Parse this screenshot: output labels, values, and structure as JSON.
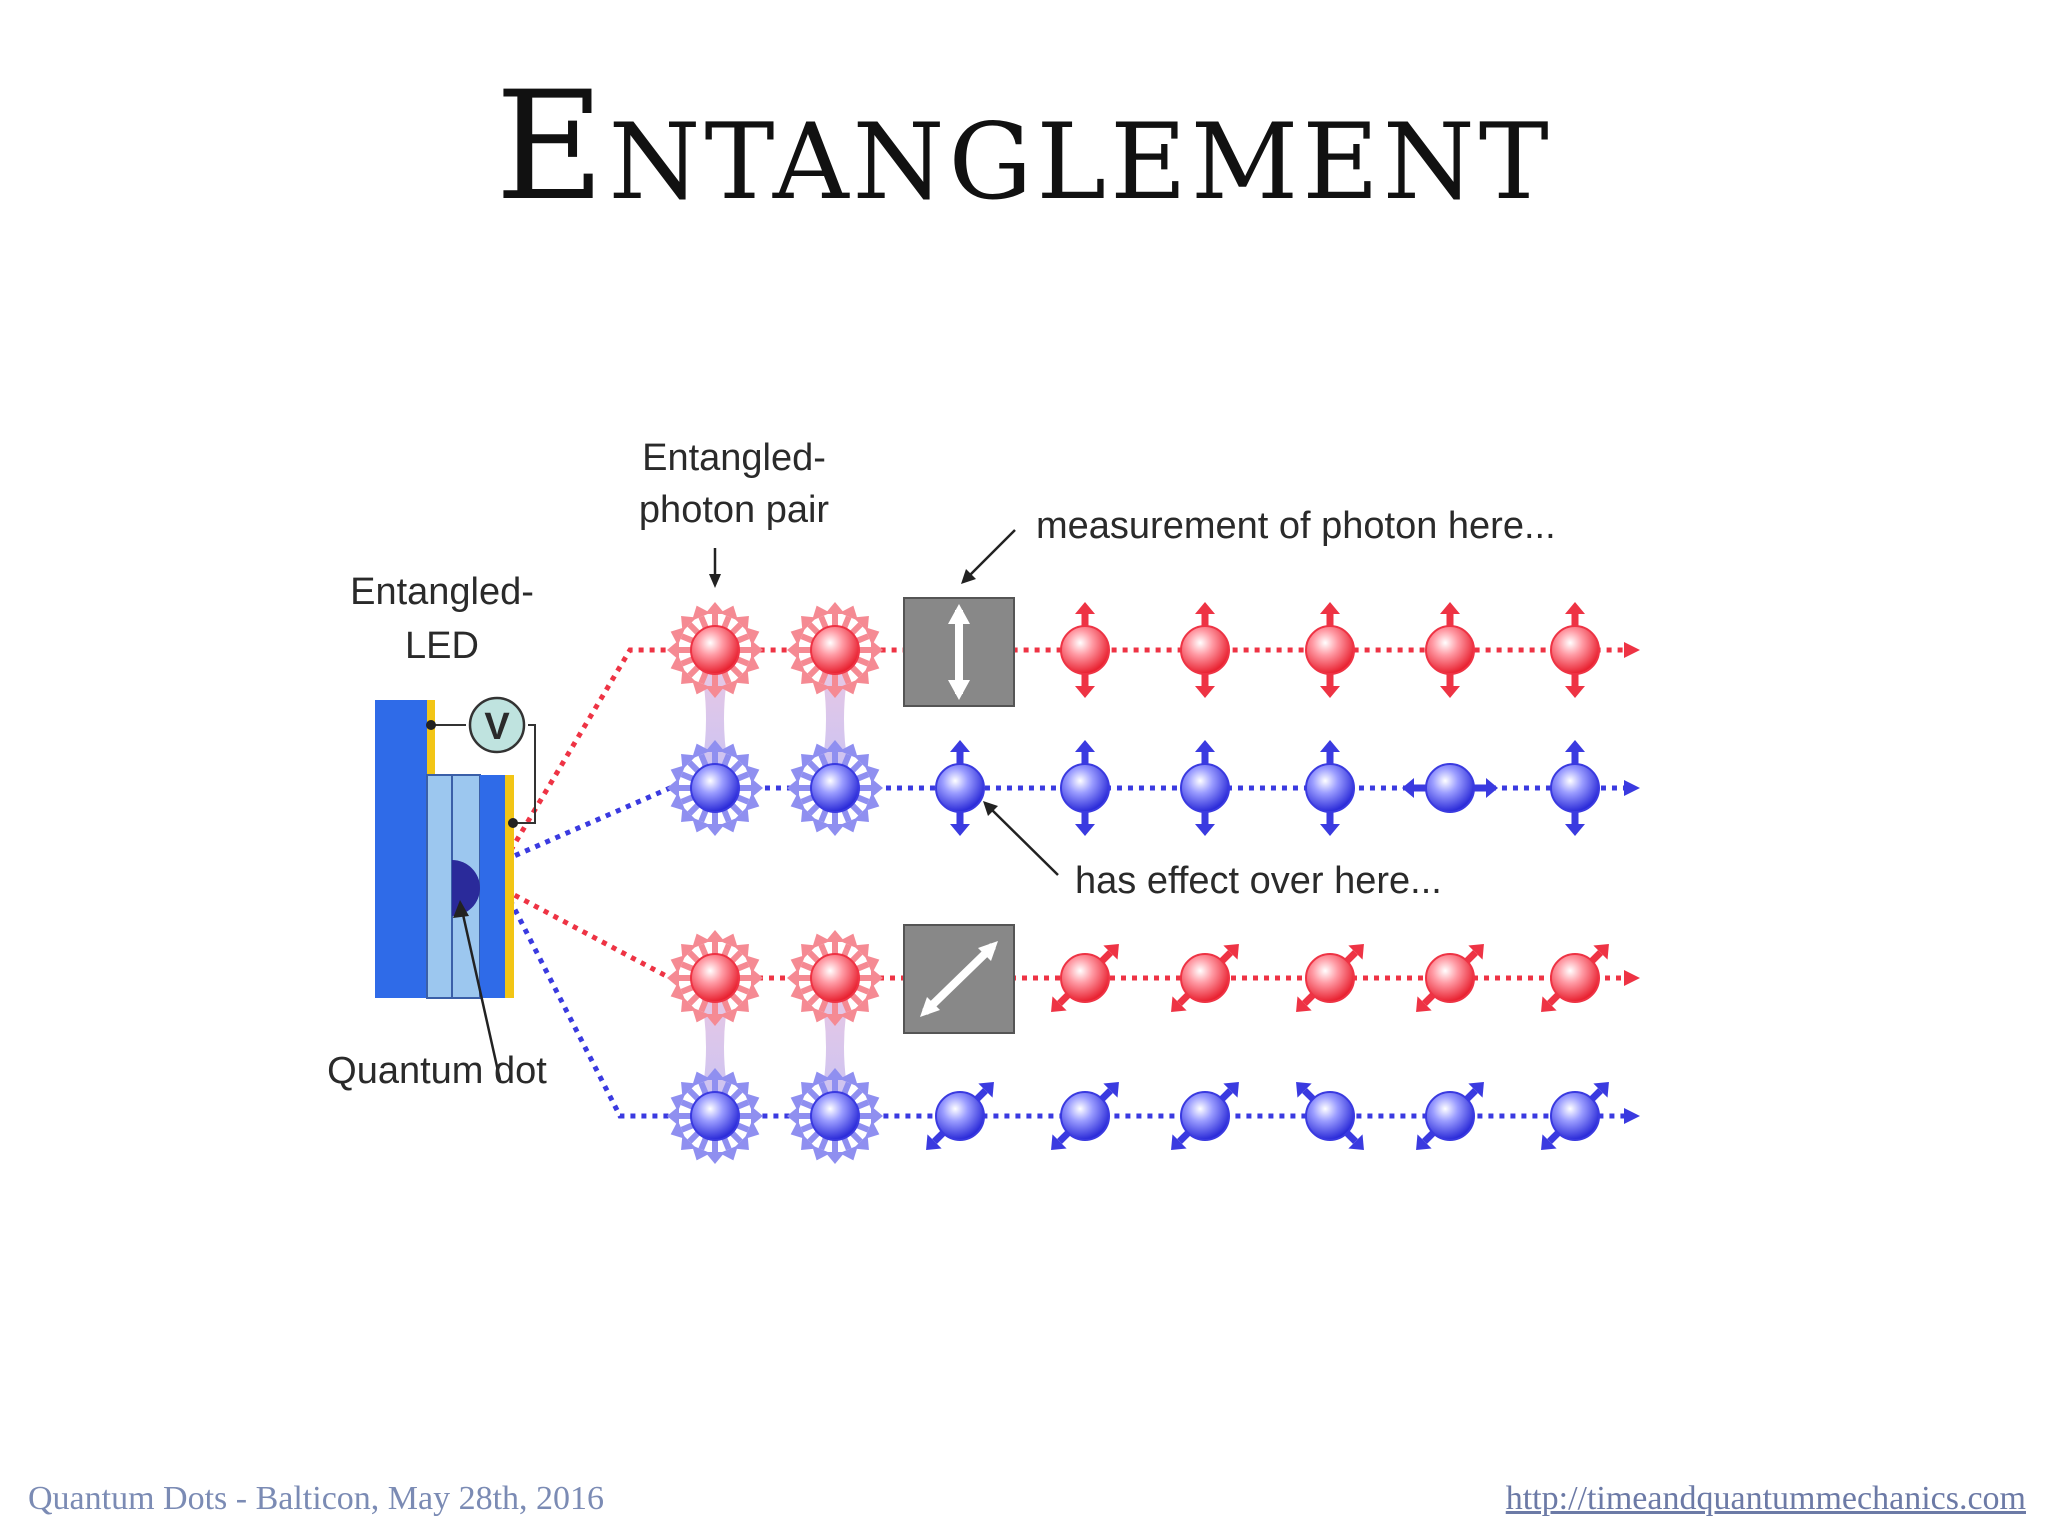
{
  "slide": {
    "title": "Entanglement",
    "footer_left": "Quantum Dots - Balticon, May 28th, 2016",
    "footer_right": "http://timeandquantummechanics.com"
  },
  "diagram": {
    "labels": {
      "led": [
        "Entangled-",
        "LED"
      ],
      "pair": [
        "Entangled-",
        "photon pair"
      ],
      "measurement": "measurement of photon here...",
      "effect": "has effect over here...",
      "quantum_dot": "Quantum dot",
      "voltmeter": "V"
    },
    "colors": {
      "red_photon": "#ee3344",
      "blue_photon": "#3a3ae0",
      "led_blue": "#2f6be8",
      "led_light": "#9cc7ef",
      "contact_yellow": "#f2c515",
      "filter_gray": "#888888",
      "pair_link": "#c9a0e6"
    },
    "icons": [
      "voltmeter-icon",
      "vertical-polarizer-icon",
      "diagonal-polarizer-icon"
    ]
  }
}
